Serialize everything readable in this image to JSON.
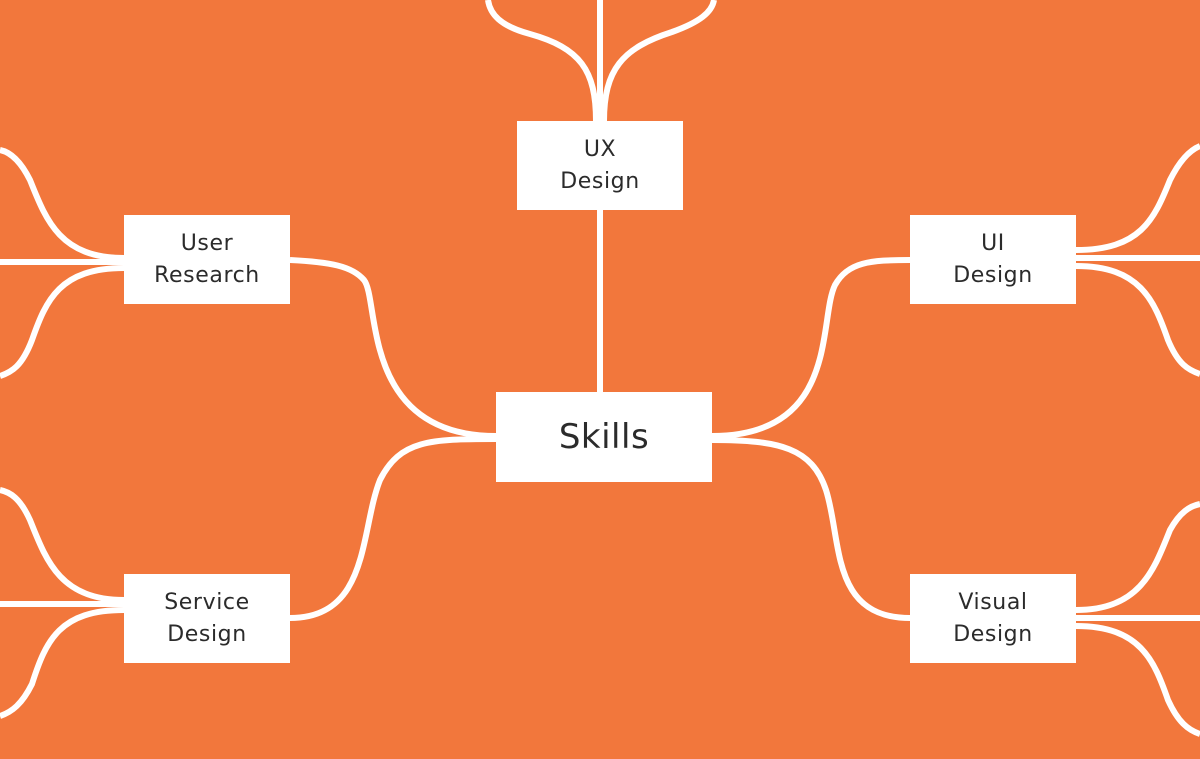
{
  "colors": {
    "background": "#f2773c",
    "line": "#ffffff",
    "node": "#ffffff",
    "text": "#2b2b2b"
  },
  "mindmap": {
    "center": "Skills",
    "nodes": {
      "ux_design": "UX\nDesign",
      "user_research": "User\nResearch",
      "ui_design": "UI\nDesign",
      "service_design": "Service\nDesign",
      "visual_design": "Visual\nDesign"
    }
  }
}
